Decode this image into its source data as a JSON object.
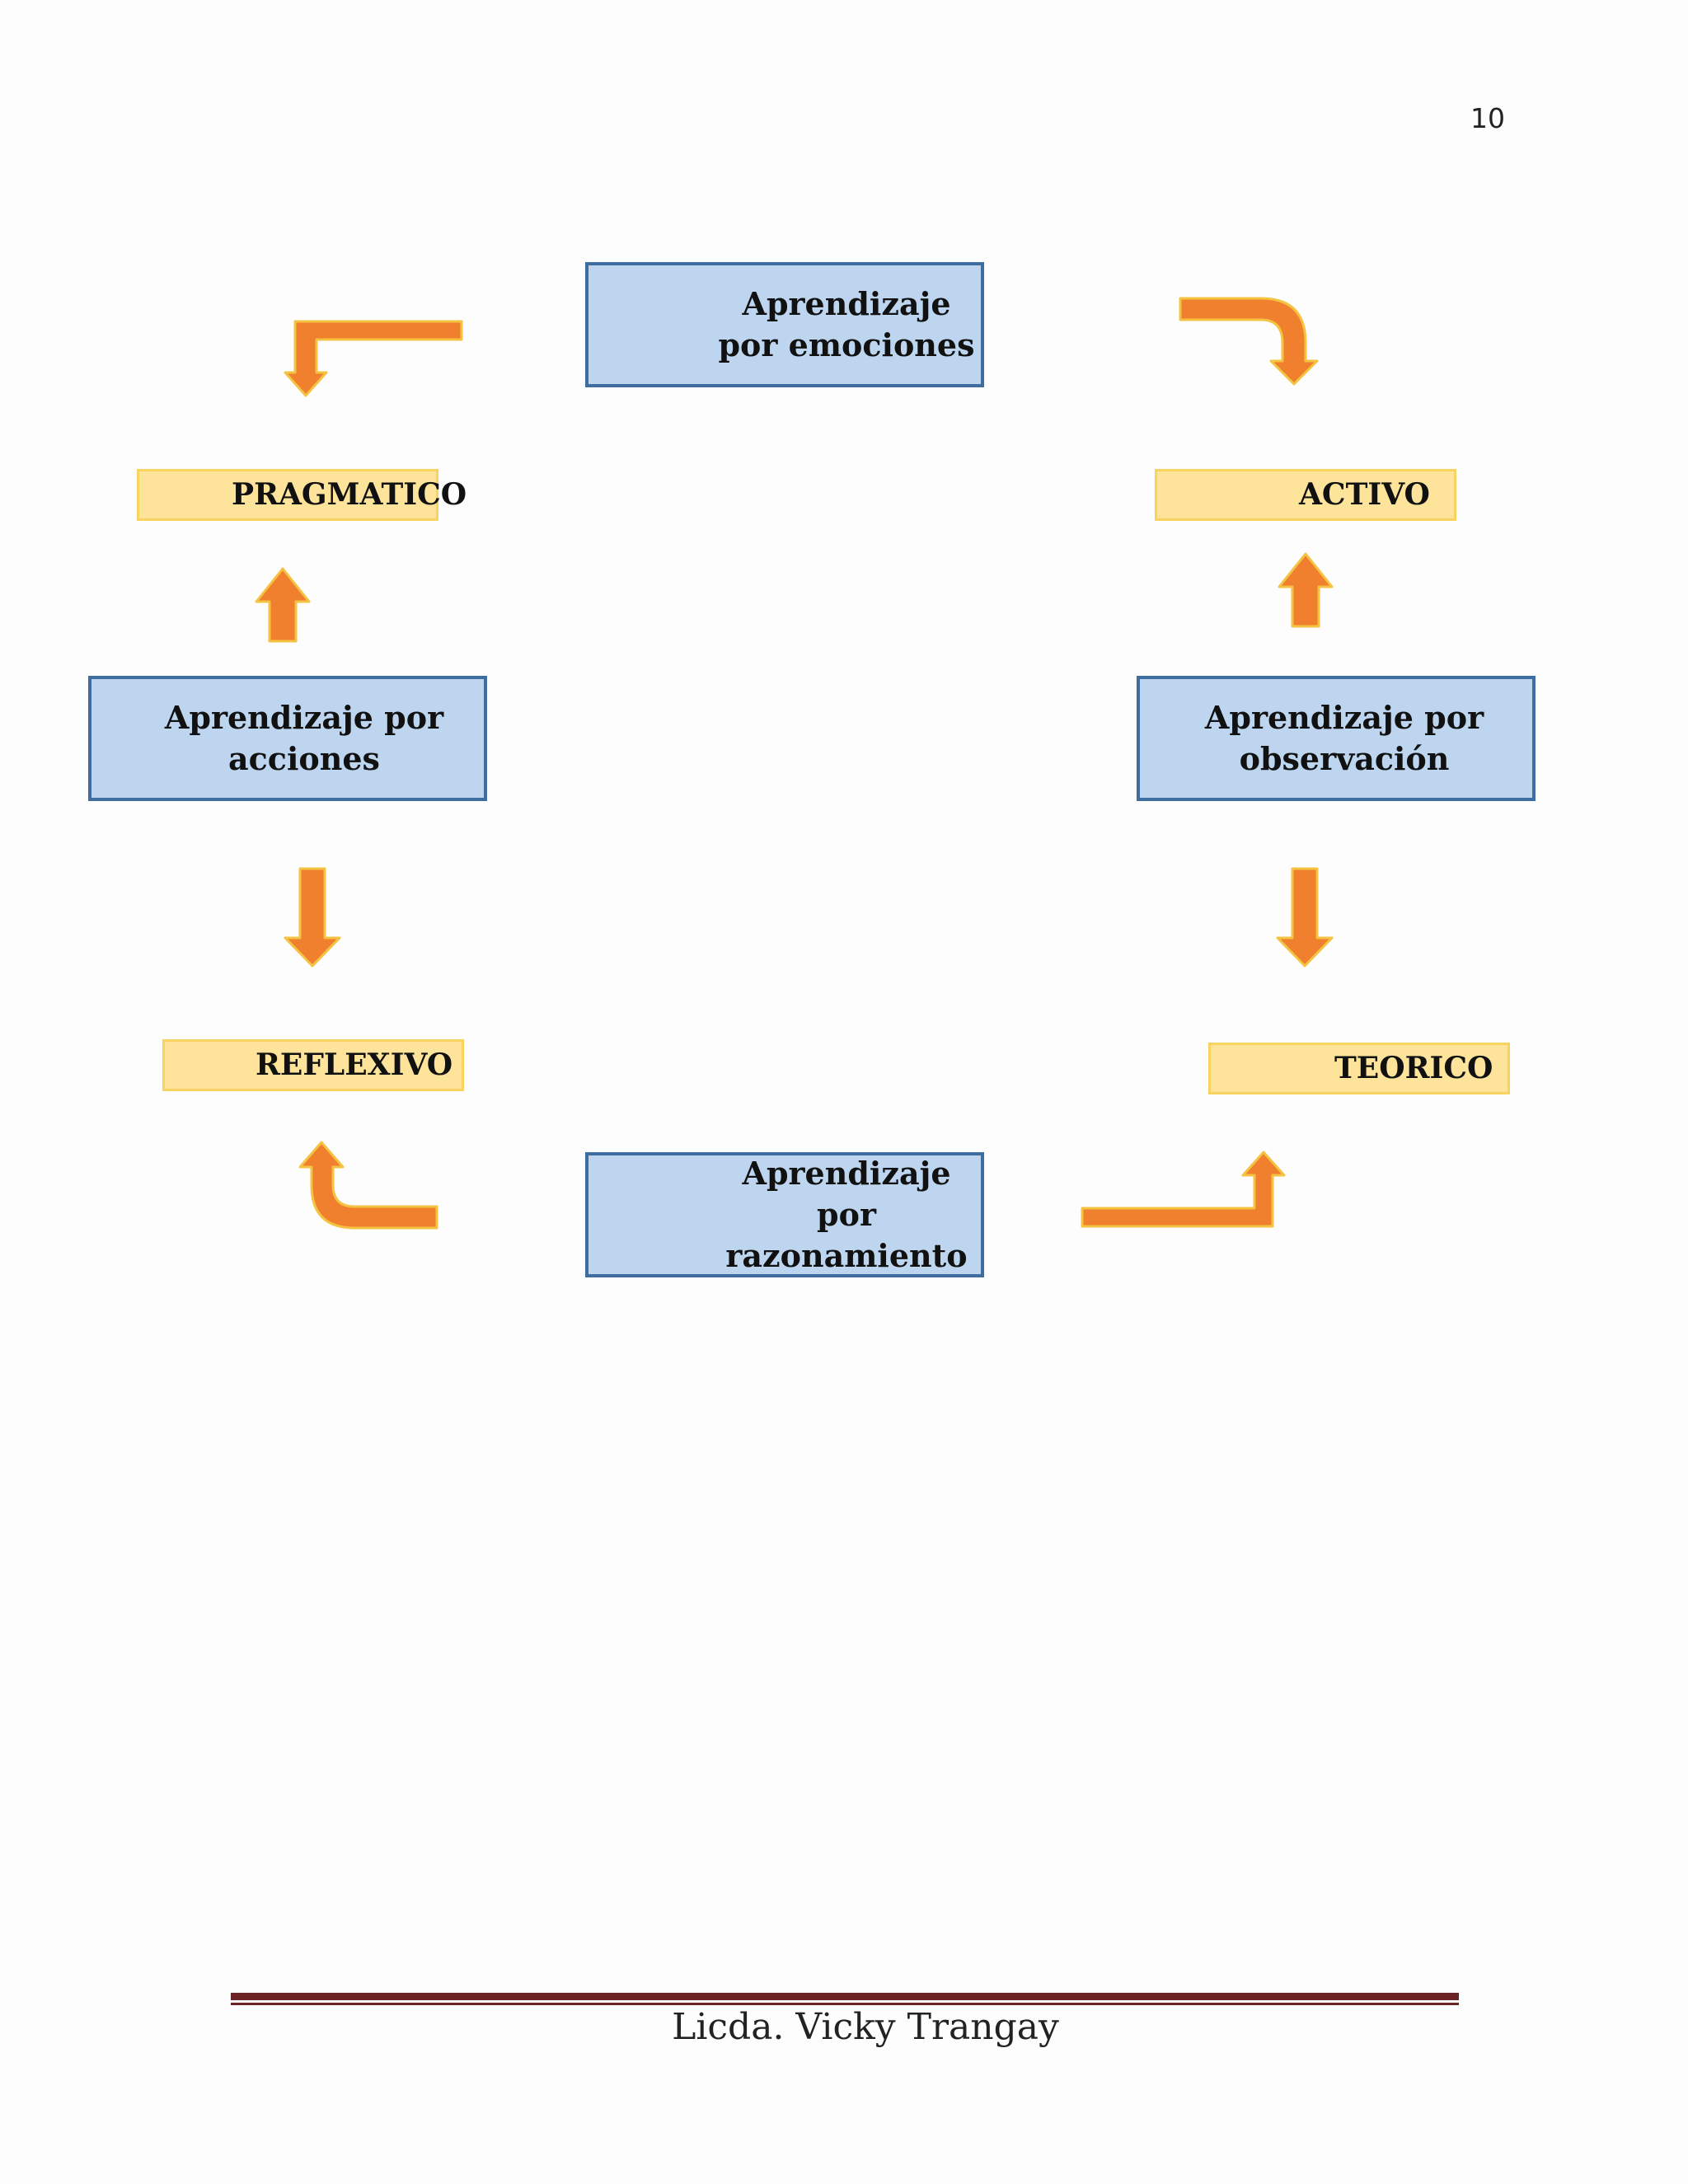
{
  "page": {
    "number": "10"
  },
  "diagram": {
    "boxes": {
      "top": "Aprendizaje por emociones",
      "left": "Aprendizaje por acciones",
      "right": "Aprendizaje por observación",
      "bottom": "Aprendizaje por razonamiento"
    },
    "styles": {
      "pragmatico": "PRAGMATICO",
      "activo": "ACTIVO",
      "reflexivo": "REFLEXIVO",
      "teorico": "TEORICO"
    },
    "colors": {
      "box_fill": "#bdd5ee",
      "box_border": "#3f6d9f",
      "label_fill": "#fde49a",
      "label_border": "#f8d35f",
      "arrow_fill": "#f07f2e",
      "arrow_outline": "#f5c342"
    }
  },
  "footer": {
    "author": "Licda. Vicky Trangay"
  }
}
